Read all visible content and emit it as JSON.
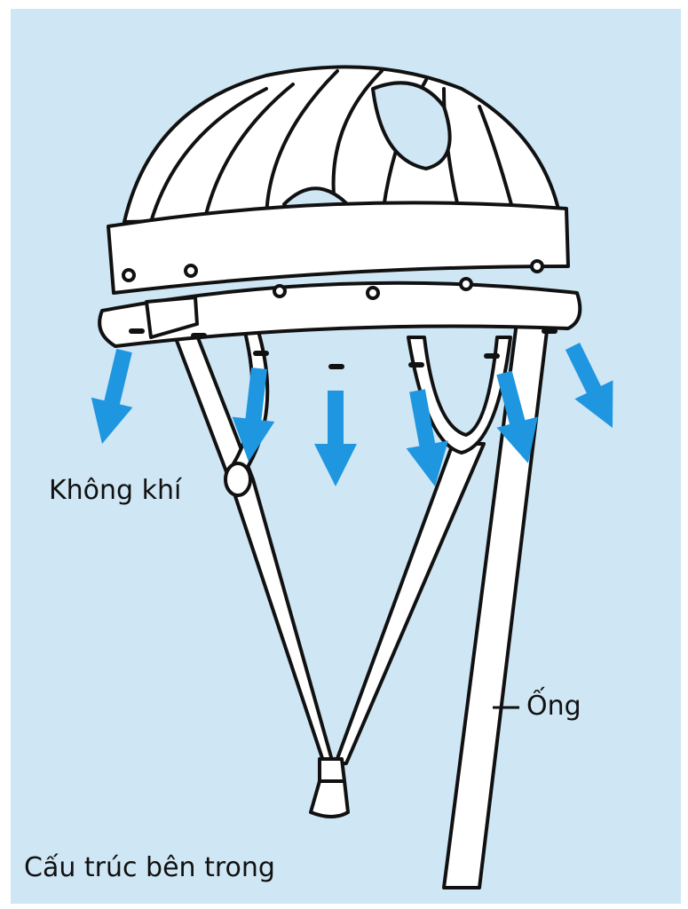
{
  "labels": {
    "air": "Không khí",
    "tube": "Ống",
    "caption": "Cấu trúc bên trong"
  },
  "colors": {
    "background": "#cfe6f5",
    "arrow": "#1e96e0",
    "line": "#111111"
  },
  "icons": [
    "helmet-frame-drawing",
    "airflow-arrow"
  ]
}
